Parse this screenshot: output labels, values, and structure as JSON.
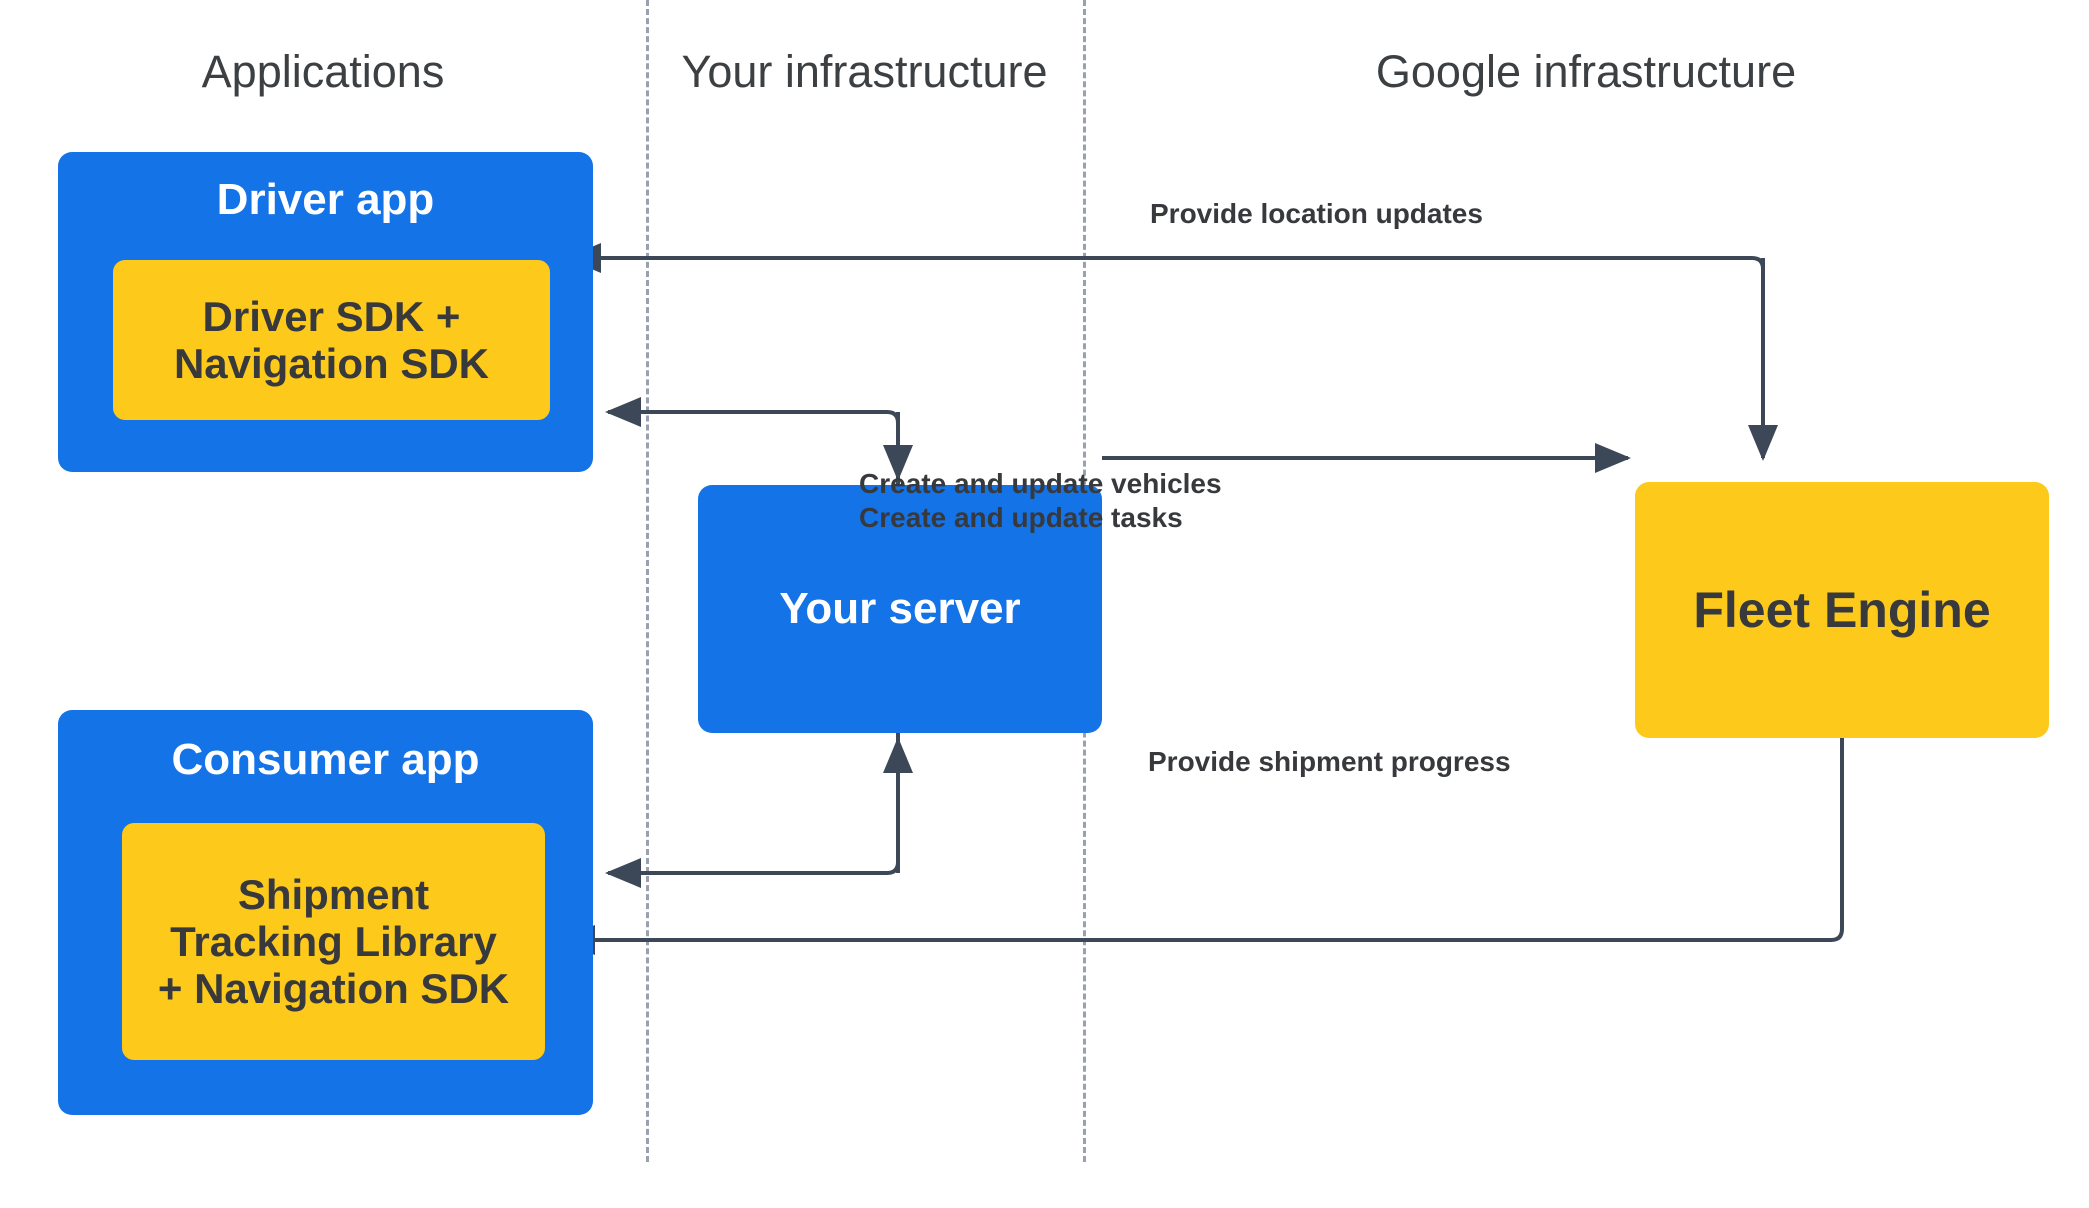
{
  "diagram": {
    "title": "Fleet Engine architecture overview",
    "background": "#ffffff",
    "colors": {
      "app_blue": "#1473E6",
      "sdk_yellow": "#FDC91A",
      "text_dark": "#37393C",
      "header_gray": "#3C4043",
      "divider_gray": "#9AA0AD",
      "connector_gray": "#3C4858"
    }
  },
  "columns": [
    {
      "id": "applications",
      "label": "Applications"
    },
    {
      "id": "your-infrastructure",
      "label": "Your infrastructure"
    },
    {
      "id": "google-infrastructure",
      "label": "Google infrastructure"
    }
  ],
  "nodes": {
    "driver_app": {
      "label": "Driver app",
      "column": "applications",
      "child": {
        "label_line1": "Driver SDK +",
        "label_line2": "Navigation SDK"
      }
    },
    "consumer_app": {
      "label": "Consumer app",
      "column": "applications",
      "child": {
        "label_line1": "Shipment",
        "label_line2": "Tracking Library",
        "label_line3": "+ Navigation SDK"
      }
    },
    "your_server": {
      "label": "Your server",
      "column": "your-infrastructure"
    },
    "fleet_engine": {
      "label": "Fleet Engine",
      "column": "google-infrastructure"
    }
  },
  "edges": [
    {
      "id": "location-updates",
      "from": "driver_app",
      "to": "fleet_engine",
      "label": "Provide location updates",
      "direction": "driver-sdk-to-fleet-engine"
    },
    {
      "id": "server-to-driver",
      "from": "your_server",
      "to": "driver_app",
      "label": "",
      "direction": "server-to-driver-app"
    },
    {
      "id": "driver-to-server",
      "from": "driver_app",
      "to": "your_server",
      "label": "",
      "direction": "into-server-top"
    },
    {
      "id": "create-update",
      "from": "your_server",
      "to": "fleet_engine",
      "label_line1": "Create and update vehicles",
      "label_line2": "Create and update tasks"
    },
    {
      "id": "server-to-consumer",
      "from": "your_server",
      "to": "consumer_app",
      "label": ""
    },
    {
      "id": "shipment-progress",
      "from": "fleet_engine",
      "to": "consumer_app",
      "label": "Provide shipment progress"
    }
  ]
}
